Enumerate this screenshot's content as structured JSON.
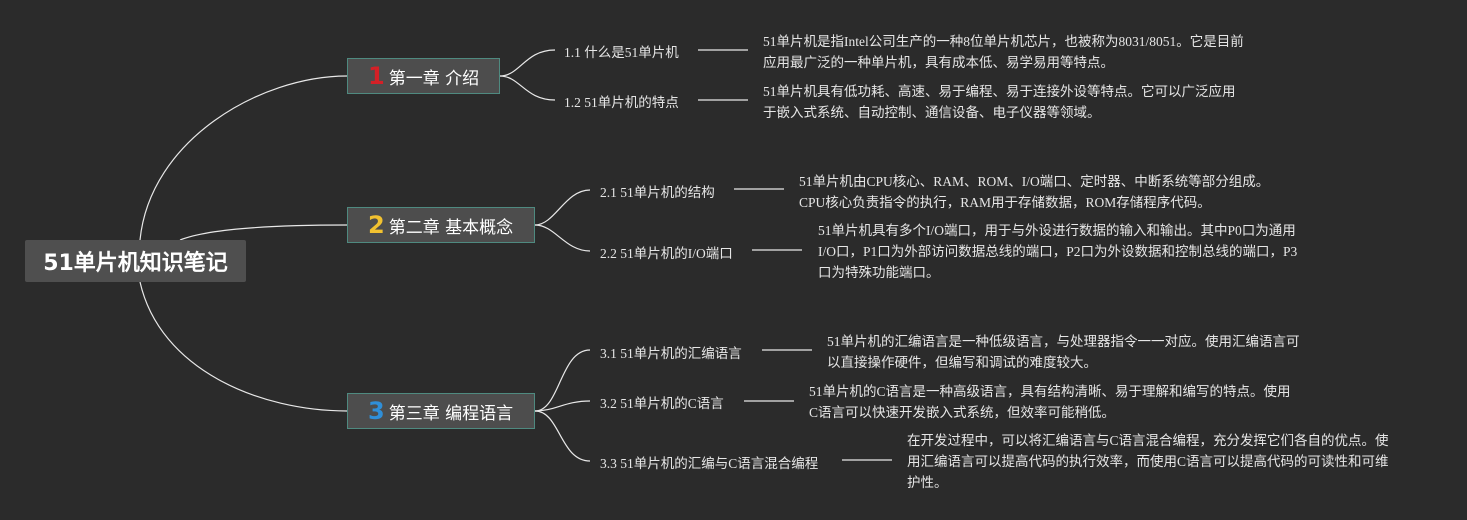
{
  "root": {
    "title": "51单片机知识笔记"
  },
  "chapters": [
    {
      "number": "1",
      "number_color": "#d42027",
      "title": "第一章 介绍",
      "sections": [
        {
          "title": "1.1 什么是51单片机",
          "lines": [
            "51单片机是指Intel公司生产的一种8位单片机芯片，也被称为8031/8051。它是目前",
            "应用最广泛的一种单片机，具有成本低、易学易用等特点。"
          ]
        },
        {
          "title": "1.2 51单片机的特点",
          "lines": [
            "51单片机具有低功耗、高速、易于编程、易于连接外设等特点。它可以广泛应用",
            "于嵌入式系统、自动控制、通信设备、电子仪器等领域。"
          ]
        }
      ]
    },
    {
      "number": "2",
      "number_color": "#f2c230",
      "title": "第二章 基本概念",
      "sections": [
        {
          "title": "2.1 51单片机的结构",
          "lines": [
            "51单片机由CPU核心、RAM、ROM、I/O端口、定时器、中断系统等部分组成。",
            "CPU核心负责指令的执行，RAM用于存储数据，ROM存储程序代码。"
          ]
        },
        {
          "title": "2.2 51单片机的I/O端口",
          "lines": [
            "51单片机具有多个I/O端口，用于与外设进行数据的输入和输出。其中P0口为通用",
            "I/O口，P1口为外部访问数据总线的端口，P2口为外设数据和控制总线的端口，P3",
            "口为特殊功能端口。"
          ]
        }
      ]
    },
    {
      "number": "3",
      "number_color": "#2f8fd8",
      "title": "第三章 编程语言",
      "sections": [
        {
          "title": "3.1 51单片机的汇编语言",
          "lines": [
            "51单片机的汇编语言是一种低级语言，与处理器指令一一对应。使用汇编语言可",
            "以直接操作硬件，但编写和调试的难度较大。"
          ]
        },
        {
          "title": "3.2 51单片机的C语言",
          "lines": [
            "51单片机的C语言是一种高级语言，具有结构清晰、易于理解和编写的特点。使用",
            "C语言可以快速开发嵌入式系统，但效率可能稍低。"
          ]
        },
        {
          "title": "3.3 51单片机的汇编与C语言混合编程",
          "lines": [
            "在开发过程中，可以将汇编语言与C语言混合编程，充分发挥它们各自的优点。使",
            "用汇编语言可以提高代码的执行效率，而使用C语言可以提高代码的可读性和可维",
            "护性。"
          ]
        }
      ]
    }
  ]
}
